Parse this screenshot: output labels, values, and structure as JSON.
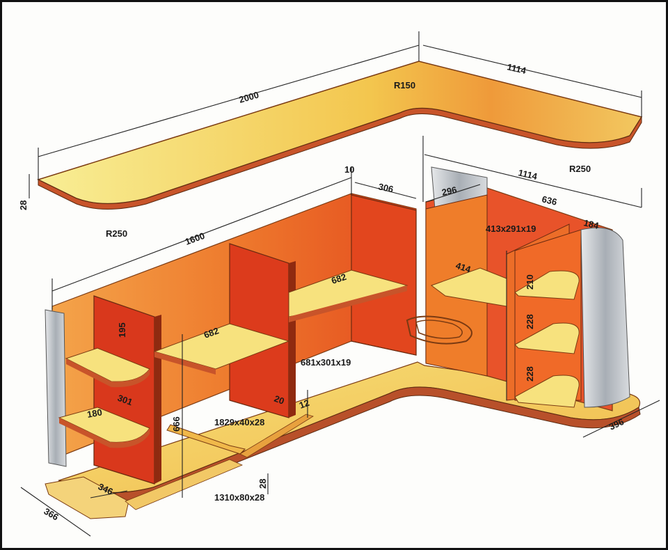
{
  "dimensions": {
    "top_length": "2000",
    "top_return": "1114",
    "top_inner_radius": "R150",
    "top_right_radius": "R250",
    "top_left_radius": "R250",
    "top_thickness": "28",
    "cabinet_length": "1600",
    "panel_gap": "10",
    "side_depth": "306",
    "return_length": "1114",
    "return_depth": "296",
    "return_inner": "636",
    "return_panel": "413x291x19",
    "corner_width": "184",
    "shelf_left_length": "682",
    "shelf_mid_length": "682",
    "shelf_panel": "681x301x19",
    "corner_shelf_depth": "414",
    "shelf_gap_1": "210",
    "shelf_gap_2": "228",
    "shelf_gap_3": "228",
    "end_shelf_height": "195",
    "end_shelf_depth": "301",
    "end_shelf_small": "180",
    "cabinet_height": "666",
    "front_plinth": "1829x40x28",
    "plinth_offset": "20",
    "plinth_offset_2": "12",
    "plinth_height": "28",
    "base_board": "1310x80x28",
    "base_side": "346",
    "base_depth": "366",
    "return_base_depth": "396"
  },
  "colors": {
    "wood_light": "#f6e27a",
    "wood_mid": "#f2b440",
    "panel_red": "#e0401f",
    "panel_orange": "#ef7d2a",
    "metal": "#c9cdd2"
  }
}
